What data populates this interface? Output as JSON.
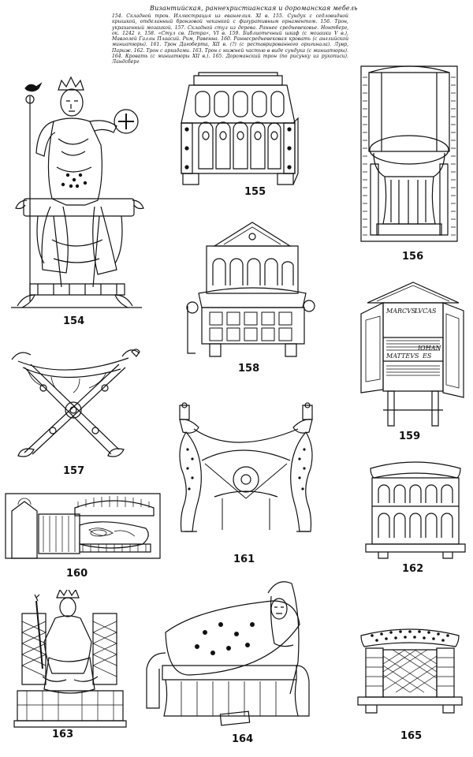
{
  "page": {
    "title": "Византийская, раннехристианская и дороманская мебель",
    "caption": "154. Складной трон. Иллюстрация из евангелия. XI в. 155. Сундук с седловидной крышкой, отделанный бронзовой чеканкой с фигуративным орнаментом. 156. Трон, украшенный мозаикой. 157. Складной стул из дерева. Раннее средневековье. Нонтберг, ок. 1242 г. 158. «Стул св. Петра», VI в. 159. Библиотечный шкаф (с мозаики V в.), Мавзолей Галлы Плаасий. Рим, Равенна. 160. Раннесредневековая кровать (с английской миниатюры). 161. Трон Дагоберта, XII в. (?) (с реставрированного оригинала). Лувр, Париж. 162. Трон с аркадами. 163. Трон с нижней частью в виде сундука (с миниатюры). 164. Кровать (с миниатюры XII в.). 165. Дороманский трон (по рисунку из рукописи). Ландсберг"
  },
  "figures": [
    {
      "id": "fig154",
      "number": "154"
    },
    {
      "id": "fig155",
      "number": "155"
    },
    {
      "id": "fig156",
      "number": "156"
    },
    {
      "id": "fig157",
      "number": "157"
    },
    {
      "id": "fig158",
      "number": "158"
    },
    {
      "id": "fig159",
      "number": "159",
      "book_text": [
        "MARCVS",
        "LVCAS",
        "MATTEVS",
        "IOHAN",
        "ES"
      ]
    },
    {
      "id": "fig160",
      "number": "160"
    },
    {
      "id": "fig161",
      "number": "161"
    },
    {
      "id": "fig162",
      "number": "162"
    },
    {
      "id": "fig163",
      "number": "163"
    },
    {
      "id": "fig164",
      "number": "164"
    },
    {
      "id": "fig165",
      "number": "165"
    }
  ]
}
